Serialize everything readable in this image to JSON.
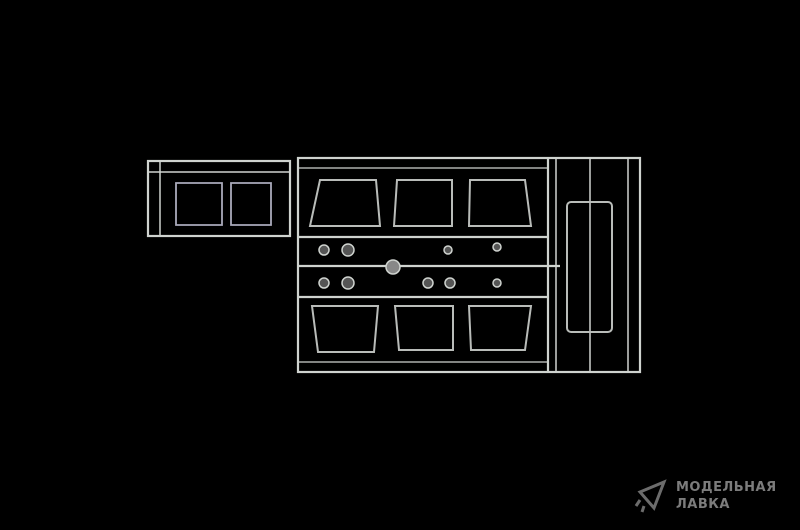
{
  "image": {
    "subject": "clear-plastic-sprue",
    "background_color": "#000000",
    "sprue_color": "#cfd3cf"
  },
  "watermark": {
    "line1": "МОДЕЛЬНАЯ",
    "line2": "ЛАВКА"
  }
}
